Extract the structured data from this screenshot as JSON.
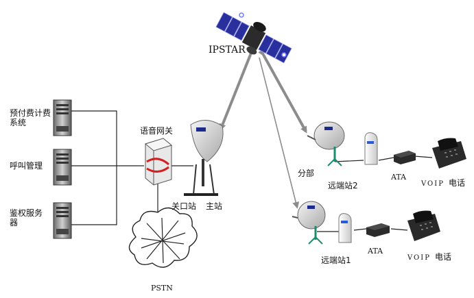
{
  "satellite": {
    "label": "IPSTAR"
  },
  "servers": [
    {
      "label_line1": "预付费计费",
      "label_line2": "系统"
    },
    {
      "label_line1": "呼叫管理",
      "label_line2": ""
    },
    {
      "label_line1": "鉴权服务",
      "label_line2": "器"
    }
  ],
  "gateway": {
    "label": "语音网关"
  },
  "hub": {
    "gateway_station_label": "关口站",
    "main_station_label": "主站"
  },
  "pstn": {
    "label": "PSTN"
  },
  "branch": {
    "label": "分部"
  },
  "remote_station_2": {
    "label": "远端站2",
    "ata_label": "ATA",
    "voip_label": "VOIP",
    "phone_label": "电话"
  },
  "remote_station_1": {
    "label": "远端站1",
    "ata_label": "ATA",
    "voip_label": "VOIP",
    "phone_label": "电话"
  },
  "colors": {
    "link_arrow": "#8c8c8c",
    "wire": "#222222",
    "satellite_panel": "#2a2f9e",
    "gateway_accent": "#d21f1f",
    "dish_accent": "#1b2a8c"
  }
}
